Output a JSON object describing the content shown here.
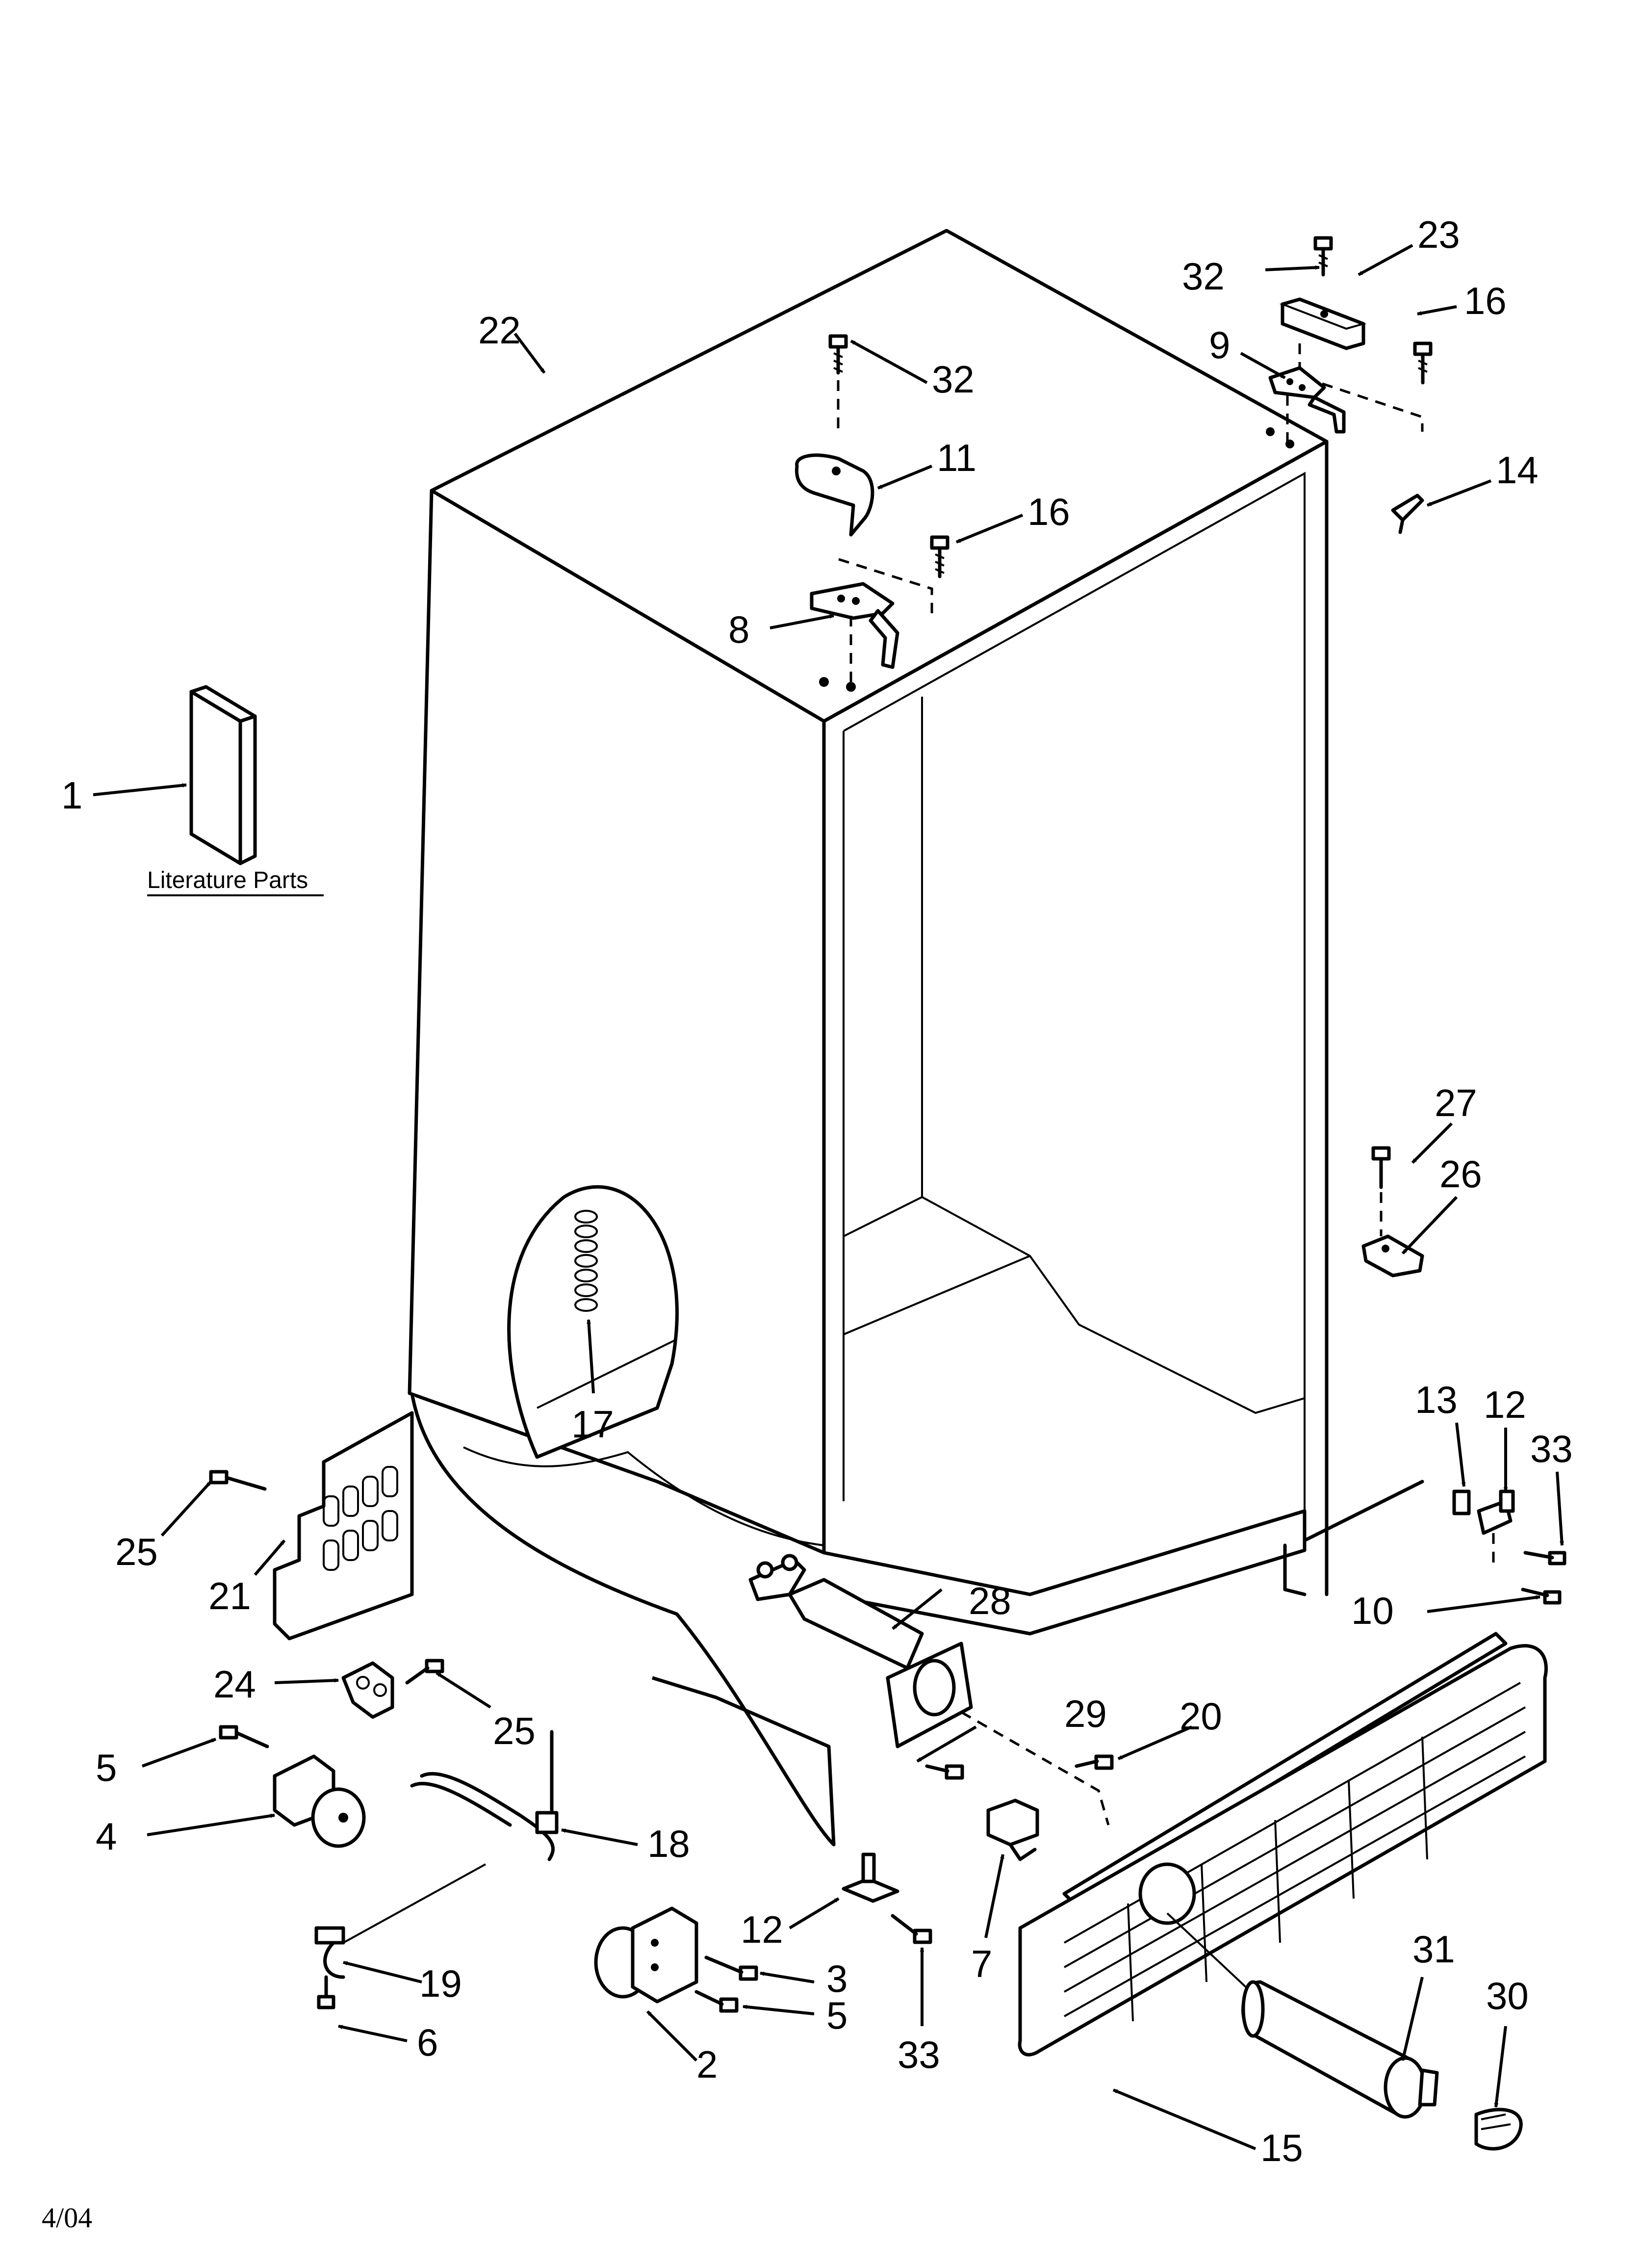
{
  "literature": {
    "label": "Literature Parts"
  },
  "footer": {
    "date": "4/04"
  },
  "callouts": {
    "c1": "1",
    "c2": "2",
    "c3": "3",
    "c4": "4",
    "c5a": "5",
    "c5b": "5",
    "c6": "6",
    "c7": "7",
    "c8": "8",
    "c9": "9",
    "c10": "10",
    "c11": "11",
    "c12a": "12",
    "c12b": "12",
    "c13": "13",
    "c14": "14",
    "c15": "15",
    "c16a": "16",
    "c16b": "16",
    "c17": "17",
    "c18": "18",
    "c19": "19",
    "c20": "20",
    "c21": "21",
    "c22": "22",
    "c23": "23",
    "c24": "24",
    "c25a": "25",
    "c25b": "25",
    "c26": "26",
    "c27": "27",
    "c28": "28",
    "c29": "29",
    "c30": "30",
    "c31": "31",
    "c32a": "32",
    "c32b": "32",
    "c33a": "33",
    "c33b": "33"
  }
}
